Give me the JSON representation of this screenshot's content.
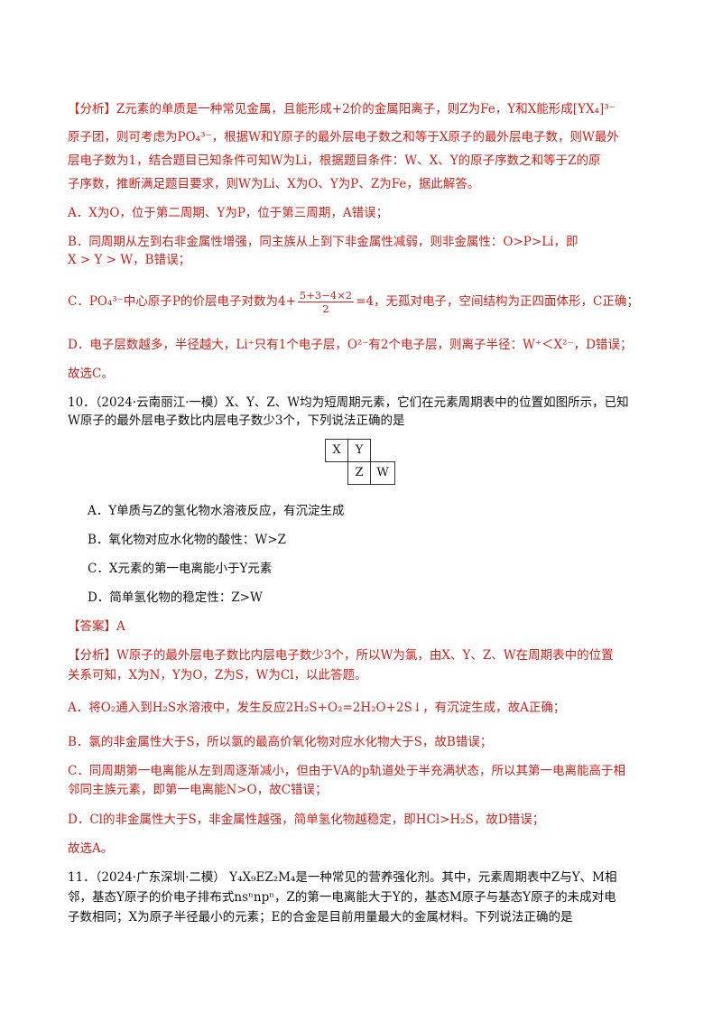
{
  "analysis_q9": {
    "l1": "【分析】Z元素的单质是一种常见金属，且能形成+2价的金属阳离子，则Z为Fe，Y和X能形成[YX₄]³⁻",
    "l2": "原子团，则可考虑为PO₄³⁻，根据W和Y原子的最外层电子数之和等于X原子的最外层电子数，则W最外",
    "l3": "层电子数为1，结合题目已知条件可知W为Li，根据题目条件：W、X、Y的原子序数之和等于Z的原",
    "l4": "子序数，推断满足题目要求，则W为Li、X为O、Y为P、Z为Fe，据此解答。",
    "a": "A．X为O，位于第二周期、Y为P，位于第三周期，A错误；",
    "b1": "B．同周期从左到右非金属性增强，同主族从上到下非金属性减弱，则非金属性：O>P>Li，即",
    "b2": "X > Y > W，B错误；",
    "c_pre": "C．PO₄³⁻中心原子P的价层电子对数为4+",
    "c_num": "5+3−4×2",
    "c_den": "2",
    "c_post": "=4，无孤对电子，空间结构为正四面体形，C正确；",
    "d": "D．电子层数越多，半径越大，Li⁺只有1个电子层，O²⁻有2个电子层，则离子半径：W⁺＜X²⁻，D错误；",
    "conclusion": "故选C。"
  },
  "q10": {
    "stem1": "10．（2024·云南丽江·一模）X、Y、Z、W均为短周期元素，它们在元素周期表中的位置如图所示，已知",
    "stem2": "W原子的最外层电子数比内层电子数少3个，下列说法正确的是",
    "cells": {
      "x": "X",
      "y": "Y",
      "z": "Z",
      "w": "W"
    },
    "options": [
      "A．Y单质与Z的氢化物水溶液反应，有沉淀生成",
      "B．氧化物对应水化物的酸性：W>Z",
      "C．X元素的第一电离能小于Y元素",
      "D．简单氢化物的稳定性：Z>W"
    ],
    "answer": "【答案】A",
    "an1": "【分析】W原子的最外层电子数比内层电子数少3个，所以W为氯，由X、Y、Z、W在周期表中的位置",
    "an2": "关系可知，X为N，Y为O，Z为S，W为Cl，以此答题。",
    "a": "A．将O₂通入到H₂S水溶液中，发生反应2H₂S+O₂=2H₂O+2S↓，有沉淀生成，故A正确；",
    "b": "B．氯的非金属性大于S，所以氯的最高价氧化物对应水化物大于S，故B错误；",
    "c1": "C．同周期第一电离能从左到周逐渐减小，但由于VA的p轨道处于半充满状态，所以其第一电离能高于相",
    "c2": "邻同主族元素，即第一电离能N>O，故C错误；",
    "d": "D．Cl的非金属性大于S，非金属性越强，简单氢化物越稳定，即HCl>H₂S，故D错误；",
    "conclusion": "故选A。"
  },
  "q11": {
    "l1": "11．（2024·广东深圳·二模） Y₄X₉EZ₂M₄是一种常见的营养强化剂。其中，元素周期表中Z与Y、M相",
    "l2": "邻，基态Y原子的价电子排布式nsⁿnpⁿ，Z的第一电离能大于Y的，基态M原子与基态Y原子的未成对电",
    "l3": "子数相同；X为原子半径最小的元素；E的合金是目前用量最大的金属材料。下列说法正确的是"
  }
}
